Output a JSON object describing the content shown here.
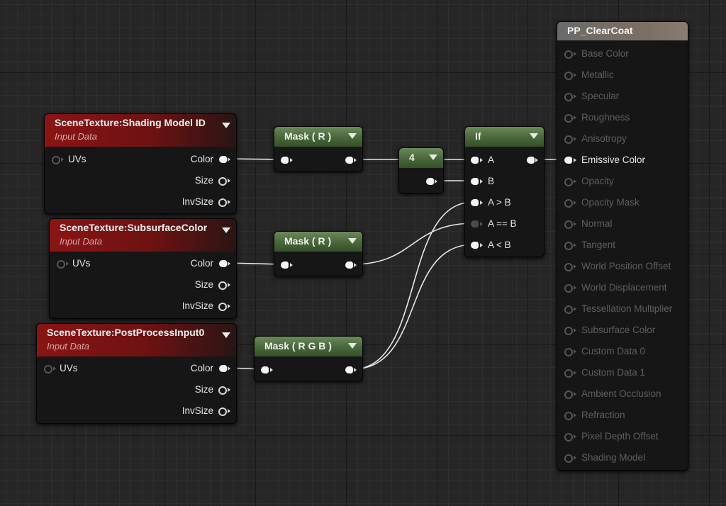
{
  "nodes": {
    "shading_model": {
      "title": "SceneTexture:Shading Model ID",
      "subtitle": "Input Data",
      "input": "UVs",
      "outputs": [
        "Color",
        "Size",
        "InvSize"
      ]
    },
    "subsurface": {
      "title": "SceneTexture:SubsurfaceColor",
      "subtitle": "Input Data",
      "input": "UVs",
      "outputs": [
        "Color",
        "Size",
        "InvSize"
      ]
    },
    "postprocess": {
      "title": "SceneTexture:PostProcessInput0",
      "subtitle": "Input Data",
      "input": "UVs",
      "outputs": [
        "Color",
        "Size",
        "InvSize"
      ]
    },
    "mask1": {
      "title": "Mask ( R )"
    },
    "mask2": {
      "title": "Mask ( R )"
    },
    "mask3": {
      "title": "Mask ( R G B )"
    },
    "constant": {
      "title": "4"
    },
    "if_node": {
      "title": "If",
      "inputs": [
        "A",
        "B",
        "A > B",
        "A == B",
        "A < B"
      ]
    },
    "output": {
      "title": "PP_ClearCoat",
      "inputs": [
        "Base Color",
        "Metallic",
        "Specular",
        "Roughness",
        "Anisotropy",
        "Emissive Color",
        "Opacity",
        "Opacity Mask",
        "Normal",
        "Tangent",
        "World Position Offset",
        "World Displacement",
        "Tessellation Multiplier",
        "Subsurface Color",
        "Custom Data 0",
        "Custom Data 1",
        "Ambient Occlusion",
        "Refraction",
        "Pixel Depth Offset",
        "Shading Model"
      ],
      "active_input": "Emissive Color"
    }
  },
  "colors": {
    "scene_texture_header": "#8a1414",
    "math_header": "#4a6a3c",
    "output_header": "#7d6f63",
    "wire": "#e8e8e8",
    "inactive_text": "#5e5e5e"
  }
}
